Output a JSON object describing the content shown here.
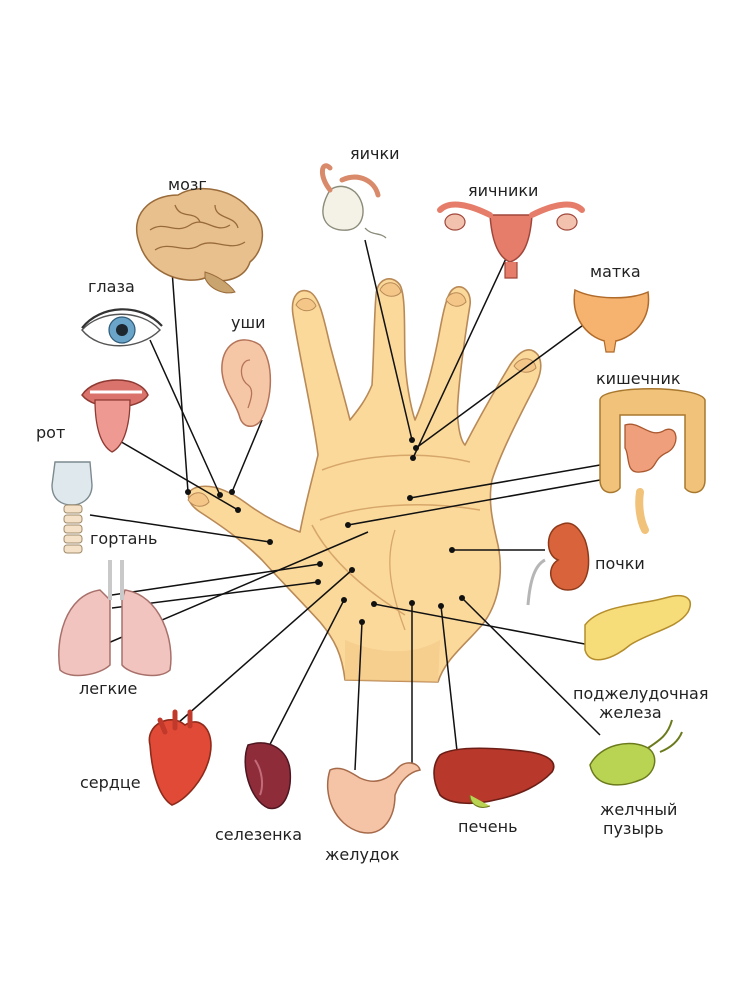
{
  "colors": {
    "skin": "#fbd99b",
    "skin_shadow": "#e9b873",
    "skin_outline": "#b98a57",
    "leader": "#111111",
    "organ_red": "#d9473a",
    "organ_pink": "#f2b7b0",
    "brain": "#e7c08e",
    "intestine": "#f0c27a",
    "pancreas": "#f7dc7a",
    "gallbladder": "#b9d453",
    "liver": "#b8382b",
    "spleen": "#8e2c3a"
  },
  "labels": {
    "brain": "мозг",
    "testicles": "яички",
    "ovaries": "яичники",
    "uterus": "матка",
    "eyes": "глаза",
    "ears": "уши",
    "intestine": "кишечник",
    "mouth": "рот",
    "larynx": "гортань",
    "kidneys": "почки",
    "lungs": "легкие",
    "pancreas_line1": "поджелудочная",
    "pancreas_line2": "железа",
    "heart": "сердце",
    "spleen": "селезенка",
    "stomach": "желудок",
    "liver": "печень",
    "gallbladder_line1": "желчный",
    "gallbladder_line2": "пузырь"
  },
  "icons": {
    "brain": "brain-icon",
    "testicles": "testicle-icon",
    "ovaries": "ovaries-uterus-icon",
    "uterus": "uterus-icon",
    "eyes": "eye-icon",
    "ears": "ear-icon",
    "intestine": "intestine-icon",
    "mouth": "mouth-icon",
    "larynx": "larynx-icon",
    "kidneys": "kidney-icon",
    "lungs": "lungs-icon",
    "pancreas": "pancreas-icon",
    "heart": "heart-icon",
    "spleen": "spleen-icon",
    "stomach": "stomach-icon",
    "liver": "liver-icon",
    "gallbladder": "gallbladder-icon",
    "hand": "palm-hand-illustration"
  }
}
